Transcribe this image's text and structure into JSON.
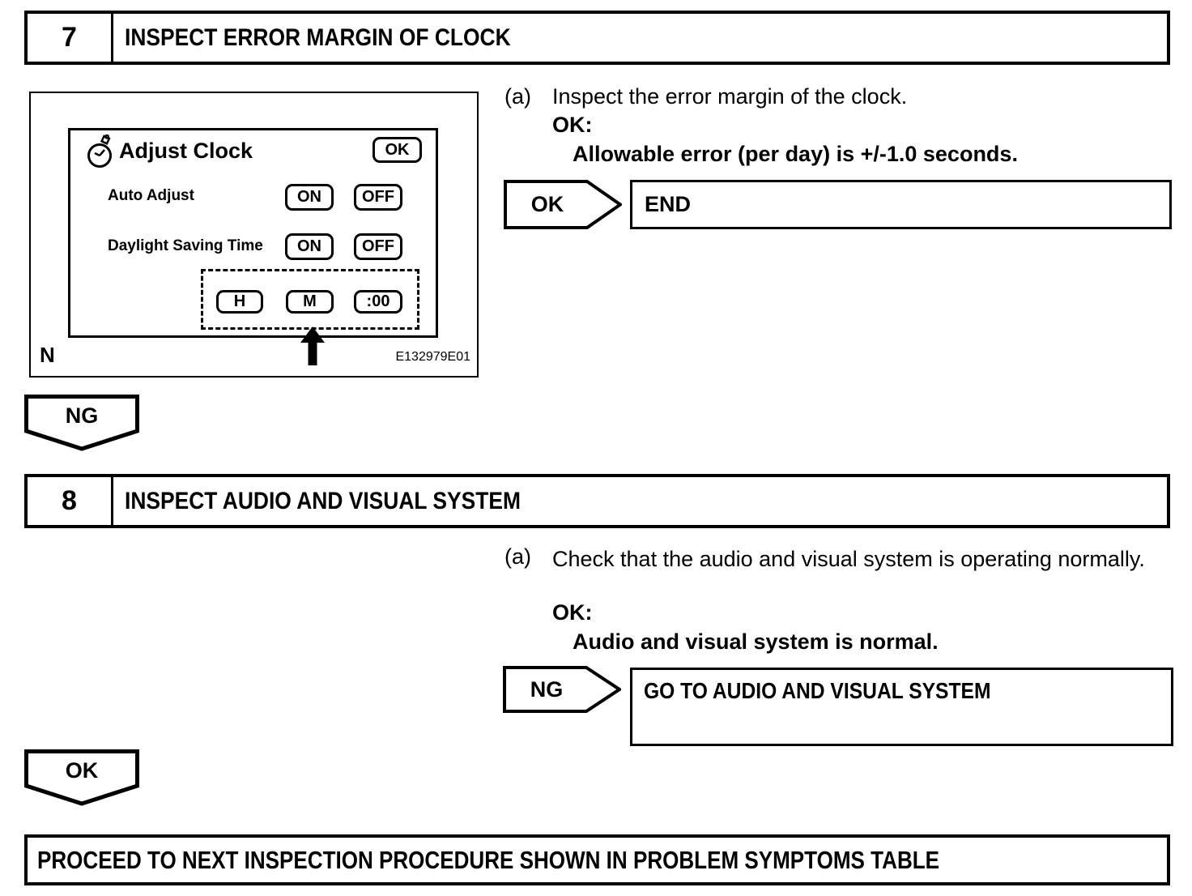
{
  "page": {
    "background": "#ffffff",
    "ink": "#000000"
  },
  "step7": {
    "number": "7",
    "title": "INSPECT ERROR MARGIN OF CLOCK",
    "item_letter": "(a)",
    "item_text": "Inspect the error margin of the clock.",
    "ok_label": "OK:",
    "ok_detail": "Allowable error (per day) is +/-1.0 seconds.",
    "decision_label": "OK",
    "decision_result": "END"
  },
  "figure": {
    "screen_title": "Adjust Clock",
    "title_icon": "stopwatch-icon",
    "ok_button": "OK",
    "rows": [
      {
        "label": "Auto Adjust",
        "on": "ON",
        "off": "OFF"
      },
      {
        "label": "Daylight Saving Time",
        "on": "ON",
        "off": "OFF"
      }
    ],
    "time_buttons": {
      "hour": "H",
      "minute": "M",
      "seconds": ":00"
    },
    "corner_label": "N",
    "figure_code": "E132979E01"
  },
  "connector_after_7": {
    "label": "NG"
  },
  "step8": {
    "number": "8",
    "title": "INSPECT AUDIO AND VISUAL SYSTEM",
    "item_letter": "(a)",
    "item_text": "Check that the audio and visual system is operating normally.",
    "ok_label": "OK:",
    "ok_detail": "Audio and visual system is normal.",
    "decision_label": "NG",
    "decision_result": "GO TO AUDIO AND VISUAL SYSTEM"
  },
  "connector_after_8": {
    "label": "OK"
  },
  "footer": {
    "text": "PROCEED TO NEXT INSPECTION PROCEDURE SHOWN IN PROBLEM SYMPTOMS TABLE"
  }
}
